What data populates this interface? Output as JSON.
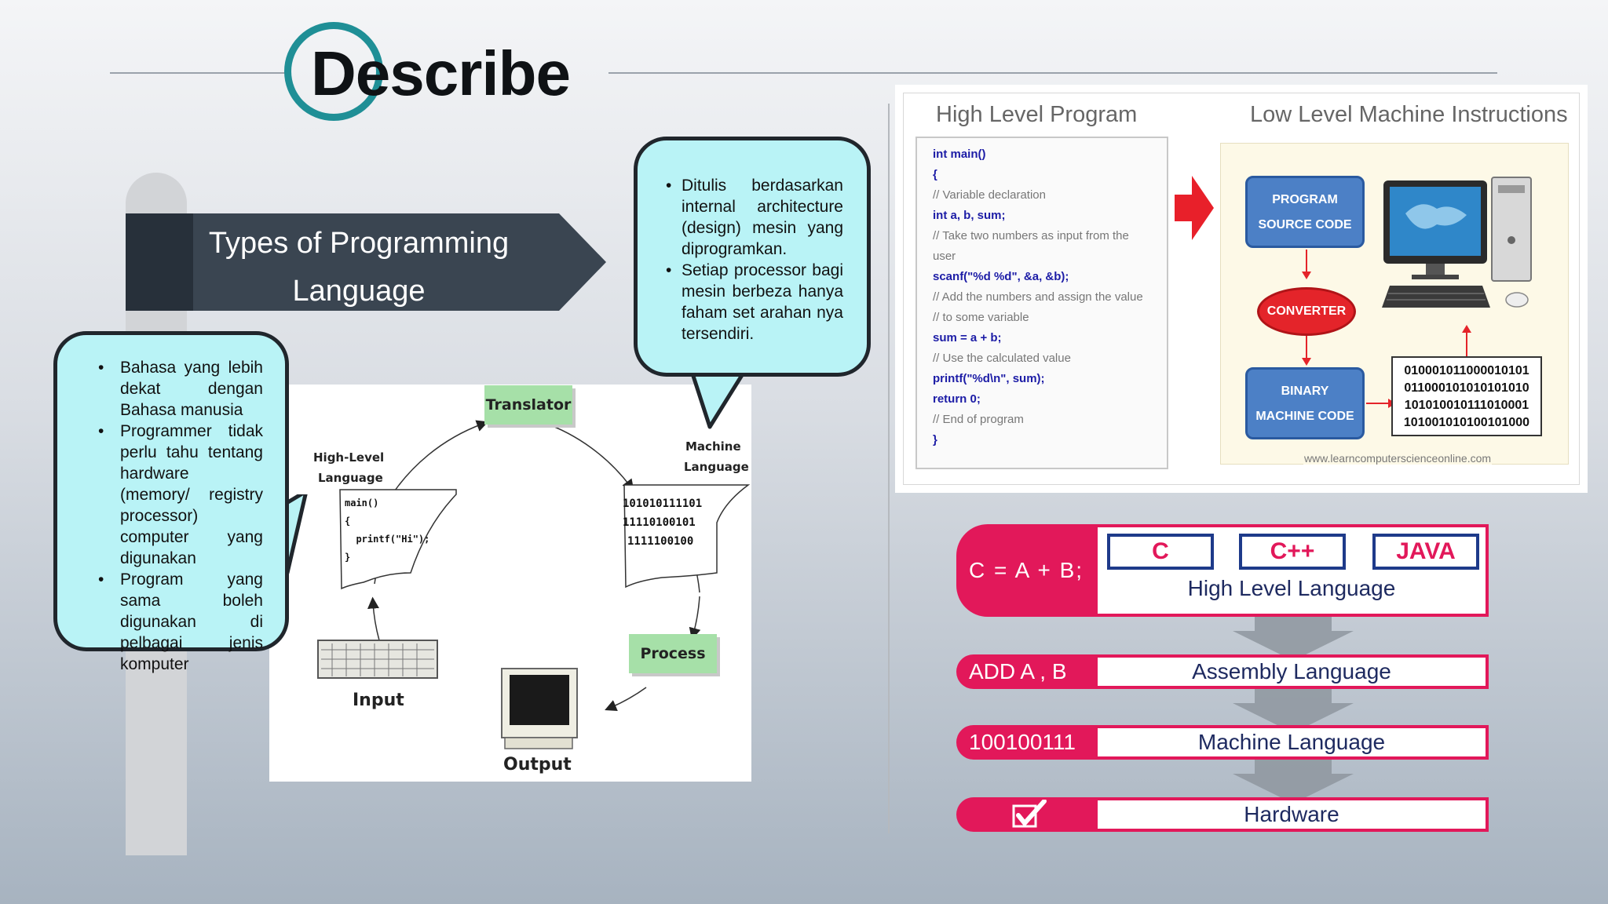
{
  "header": {
    "title": "Describe"
  },
  "banner": {
    "line1": "Types of Programming",
    "line2": "Language"
  },
  "bubble_right": {
    "items": [
      "Ditulis berdasarkan internal architecture (design) mesin yang diprogramkan.",
      "Setiap processor bagi mesin berbeza hanya faham set arahan nya tersendiri."
    ]
  },
  "bubble_left": {
    "items": [
      "Bahasa yang lebih dekat dengan Bahasa manusia",
      "Programmer tidak perlu tahu tentang hardware (memory/ registry processor) computer yang digunakan",
      "Program yang sama boleh digunakan di pelbagai jenis komputer"
    ]
  },
  "cycle": {
    "translator": "Translator",
    "high_level_line1": "High-Level",
    "high_level_line2": "Language",
    "machine_line1": "Machine",
    "machine_line2": "Language",
    "code_lines": [
      "main()",
      "{",
      "  printf(\"Hi\");",
      "}"
    ],
    "binary_lines": [
      "101010111101",
      "11110100101",
      "1111100100"
    ],
    "process": "Process",
    "input": "Input",
    "output": "Output"
  },
  "program_figure": {
    "left_heading": "High Level Program",
    "right_heading": "Low Level Machine Instructions",
    "code_lines": [
      "int main()",
      "{",
      "// Variable declaration",
      "int a, b, sum;",
      "// Take two numbers as input from the",
      "user",
      "scanf(\"%d %d\", &a, &b);",
      "// Add the numbers and assign the value",
      "// to  some variable",
      "sum = a + b;",
      "// Use the calculated value",
      "printf(\"%d\\n\", sum);",
      "return 0;",
      "// End of program",
      "}"
    ],
    "program_box_line1": "PROGRAM",
    "program_box_line2": "SOURCE CODE",
    "converter": "CONVERTER",
    "binary_box_line1": "BINARY",
    "binary_box_line2": "MACHINE CODE",
    "binary_values": [
      "010001011000010101",
      "011000101010101010",
      "101010010111010001",
      "101001010100101000"
    ],
    "url": "www.learncomputerscienceonline.com"
  },
  "hierarchy": {
    "high_level": {
      "example": "C = A + B;",
      "label": "High Level Language",
      "languages": [
        "C",
        "C++",
        "JAVA"
      ]
    },
    "assembly": {
      "example": "ADD  A , B",
      "label": "Assembly Language"
    },
    "machine": {
      "example": "100100111",
      "label": "Machine Language"
    },
    "hardware": {
      "label": "Hardware"
    }
  },
  "colors": {
    "accent_teal": "#1f8f96",
    "banner_dark": "#3a4551",
    "bubble": "#b9f3f6",
    "hierarchy_pink": "#e2185a",
    "hierarchy_navy": "#1e3a8a"
  }
}
